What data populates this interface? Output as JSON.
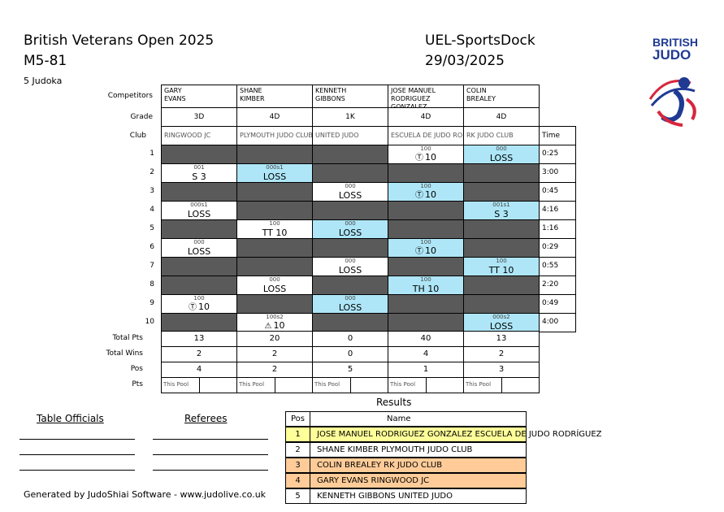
{
  "header": {
    "tournament": "British Veterans Open 2025",
    "category": "M5-81",
    "judoka_count": "5 Judoka",
    "venue": "UEL-SportsDock",
    "date": "29/03/2025"
  },
  "logo": {
    "line1": "BRITISH",
    "line2": "JUDO"
  },
  "labels": {
    "competitors": "Competitors",
    "grade": "Grade",
    "club": "Club",
    "time": "Time",
    "total_pts": "Total Pts",
    "total_wins": "Total Wins",
    "pos": "Pos",
    "pts": "Pts",
    "this_pool": "This Pool",
    "results": "Results",
    "results_pos": "Pos",
    "results_name": "Name",
    "table_officials": "Table Officials",
    "referees": "Referees",
    "footer": "Generated by JudoShiai Software - www.judolive.co.uk"
  },
  "competitors": [
    {
      "first": "GARY",
      "last": "EVANS",
      "grade": "3D",
      "club": "RINGWOOD JC",
      "total_pts": "13",
      "wins": "2",
      "pos": "4"
    },
    {
      "first": "SHANE",
      "last": "KIMBER",
      "grade": "4D",
      "club": "PLYMOUTH JUDO CLUB",
      "total_pts": "20",
      "wins": "2",
      "pos": "2"
    },
    {
      "first": "KENNETH",
      "last": "GIBBONS",
      "grade": "1K",
      "club": "UNITED JUDO",
      "total_pts": "0",
      "wins": "0",
      "pos": "5"
    },
    {
      "first": "JOSE MANUEL",
      "last": "RODRIGUEZ GONZALEZ",
      "grade": "4D",
      "club": "ESCUELA DE JUDO RODRÍGUEZ",
      "total_pts": "40",
      "wins": "4",
      "pos": "1"
    },
    {
      "first": "COLIN",
      "last": "BREALEY",
      "grade": "4D",
      "club": "RK JUDO CLUB",
      "total_pts": "13",
      "wins": "2",
      "pos": "3"
    }
  ],
  "matches": [
    {
      "no": "1",
      "time": "0:25"
    },
    {
      "no": "2",
      "time": "3:00"
    },
    {
      "no": "3",
      "time": "0:45"
    },
    {
      "no": "4",
      "time": "4:16"
    },
    {
      "no": "5",
      "time": "1:16"
    },
    {
      "no": "6",
      "time": "0:29"
    },
    {
      "no": "7",
      "time": "0:55"
    },
    {
      "no": "8",
      "time": "2:20"
    },
    {
      "no": "9",
      "time": "0:49"
    },
    {
      "no": "10",
      "time": "4:00"
    }
  ],
  "grid": [
    [
      {
        "c": "g"
      },
      {
        "c": "g"
      },
      {
        "c": "g"
      },
      {
        "c": "w",
        "t": "100",
        "m": "10",
        "i": "T"
      },
      {
        "c": "b",
        "t": "000",
        "m": "LOSS"
      }
    ],
    [
      {
        "c": "w",
        "t": "001",
        "m": "S 3"
      },
      {
        "c": "b",
        "t": "000s1",
        "m": "LOSS"
      },
      {
        "c": "g"
      },
      {
        "c": "g"
      },
      {
        "c": "g"
      }
    ],
    [
      {
        "c": "g"
      },
      {
        "c": "g"
      },
      {
        "c": "w",
        "t": "000",
        "m": "LOSS"
      },
      {
        "c": "b",
        "t": "100",
        "m": "10",
        "i": "T"
      },
      {
        "c": "g"
      }
    ],
    [
      {
        "c": "w",
        "t": "000s1",
        "m": "LOSS"
      },
      {
        "c": "g"
      },
      {
        "c": "g"
      },
      {
        "c": "g"
      },
      {
        "c": "b",
        "t": "001s1",
        "m": "S 3"
      }
    ],
    [
      {
        "c": "g"
      },
      {
        "c": "w",
        "t": "100",
        "m": "TT 10"
      },
      {
        "c": "b",
        "t": "000",
        "m": "LOSS"
      },
      {
        "c": "g"
      },
      {
        "c": "g"
      }
    ],
    [
      {
        "c": "w",
        "t": "000",
        "m": "LOSS"
      },
      {
        "c": "g"
      },
      {
        "c": "g"
      },
      {
        "c": "b",
        "t": "100",
        "m": "10",
        "i": "T"
      },
      {
        "c": "g"
      }
    ],
    [
      {
        "c": "g"
      },
      {
        "c": "g"
      },
      {
        "c": "w",
        "t": "000",
        "m": "LOSS"
      },
      {
        "c": "g"
      },
      {
        "c": "b",
        "t": "100",
        "m": "TT 10"
      }
    ],
    [
      {
        "c": "g"
      },
      {
        "c": "w",
        "t": "000",
        "m": "LOSS"
      },
      {
        "c": "g"
      },
      {
        "c": "b",
        "t": "100",
        "m": "TH 10"
      },
      {
        "c": "g"
      }
    ],
    [
      {
        "c": "w",
        "t": "100",
        "m": "10",
        "i": "T"
      },
      {
        "c": "g"
      },
      {
        "c": "b",
        "t": "000",
        "m": "LOSS"
      },
      {
        "c": "g"
      },
      {
        "c": "g"
      }
    ],
    [
      {
        "c": "g"
      },
      {
        "c": "w",
        "t": "100s2",
        "m": "10",
        "i": "W"
      },
      {
        "c": "g"
      },
      {
        "c": "g"
      },
      {
        "c": "b",
        "t": "000s2",
        "m": "LOSS"
      }
    ]
  ],
  "results": [
    {
      "pos": "1",
      "name": "JOSE MANUEL RODRIGUEZ GONZALEZ ESCUELA DE JUDO RODRÍGUEZ",
      "color": "#ffff99"
    },
    {
      "pos": "2",
      "name": "SHANE KIMBER PLYMOUTH JUDO CLUB",
      "color": "#ffffff"
    },
    {
      "pos": "3",
      "name": "COLIN BREALEY RK JUDO CLUB",
      "color": "#ffcc99"
    },
    {
      "pos": "4",
      "name": "GARY EVANS RINGWOOD JC",
      "color": "#ffcc99"
    },
    {
      "pos": "5",
      "name": "KENNETH GIBBONS UNITED JUDO",
      "color": "#ffffff"
    }
  ],
  "colors": {
    "grey_cell": "#5a5a5a",
    "blue_cell": "#aee6f7",
    "logo_blue": "#1f3a93",
    "logo_red": "#d7263d"
  }
}
